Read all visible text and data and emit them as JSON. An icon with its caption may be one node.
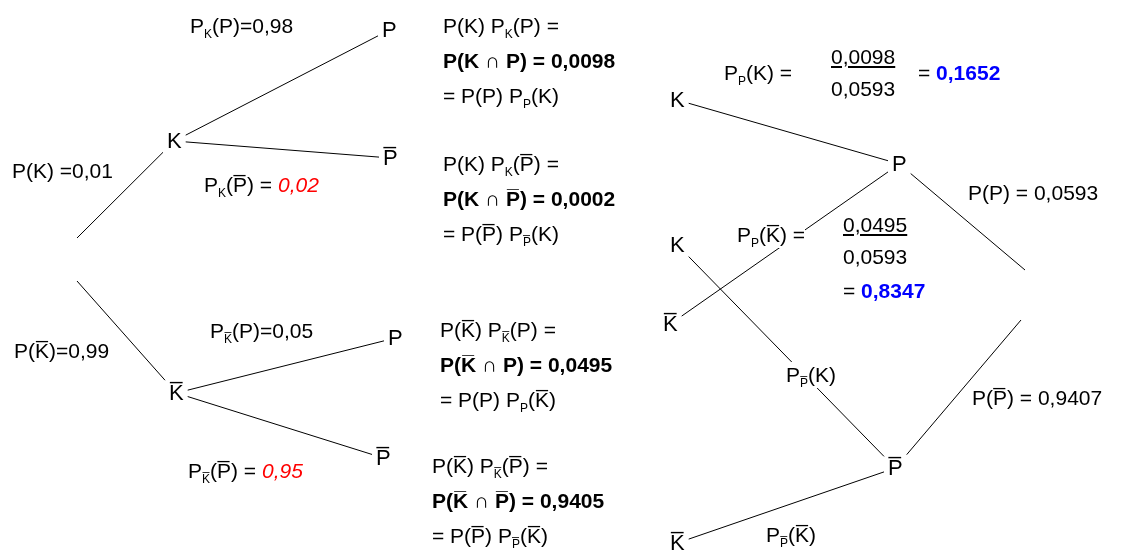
{
  "diagram": {
    "nodes": [
      {
        "text": [
          "K"
        ]
      },
      {
        "text": [
          "K̅"
        ]
      },
      {
        "text": [
          "P"
        ],
        "beside": [
          "P(K) P$_{K}$(P) =",
          "P(K ∩ P) = 0,0098",
          "= P(P) P$_{P}$(K)"
        ]
      },
      {
        "text": [
          "P̅"
        ],
        "beside": [
          "P(K) P$_{K}$(P̅) =",
          "P(K ∩ P̅) = 0,0002",
          "= P(P̅) P$_{P̅}$(K)"
        ]
      },
      {
        "text": [
          "P"
        ],
        "beside": [
          "P(K̅) P$_{K̅}$(P) =",
          "P(K̅ ∩ P) = 0,0495",
          "= P(P) P$_{P}$(K̅)"
        ]
      },
      {
        "text": [
          "P̅"
        ],
        "beside": [
          "P(K̅) P$_{K̅}$(P̅) =",
          "P(K̅ ∩ P̅) = 0,9405",
          "= P(P̅) P$_{P̅}$(K̅)"
        ]
      },
      {
        "text": [
          "K"
        ]
      },
      {
        "text": [
          "K"
        ]
      },
      {
        "text": [
          "K̅"
        ]
      },
      {
        "text": [
          "K̅"
        ]
      },
      {
        "text": [
          "P"
        ]
      },
      {
        "text": [
          "P̅"
        ]
      }
    ],
    "edges": [
      {
        "from": null,
        "to": 0,
        "arrow": "none",
        "label": "P(K) =0,01"
      },
      {
        "from": null,
        "to": 1,
        "arrow": "none",
        "label": "P(K̅)=0,99"
      },
      {
        "from": 0,
        "to": 2,
        "arrow": "none",
        "label": "P$_{K}$(P)=0,98"
      },
      {
        "from": 0,
        "to": 3,
        "arrow": "none",
        "label": "P$_{K}$(P̅) = *0,02*"
      },
      {
        "from": 1,
        "to": 4,
        "arrow": "none",
        "label": "P$_{K̅}$(P)=0,05"
      },
      {
        "from": 1,
        "to": 5,
        "arrow": "none",
        "label": "P$_{K̅}$(P̅) = *0,95*"
      },
      {
        "from": null,
        "to": 10,
        "arrow": "none",
        "label": "P(P) = 0,0593"
      },
      {
        "from": null,
        "to": 11,
        "arrow": "none",
        "label": "P(P̅) = 0,9407"
      },
      {
        "from": 10,
        "to": 6,
        "arrow": "none",
        "label": "P$_{P}$(K) ="
      },
      {
        "from": 10,
        "to": 8,
        "arrow": "none",
        "label": "P$_{P}$(K̅) ="
      },
      {
        "from": 11,
        "to": 7,
        "arrow": "none",
        "label": "P$_{P̅}$(K)"
      },
      {
        "from": 11,
        "to": 9,
        "arrow": "none",
        "label": "P$_{P̅}$(K̅)"
      }
    ],
    "labels": [
      "0,0098",
      "0,0593",
      "= **0,1652**",
      "0,0495",
      "0,0593",
      "= **0,8347**"
    ]
  }
}
